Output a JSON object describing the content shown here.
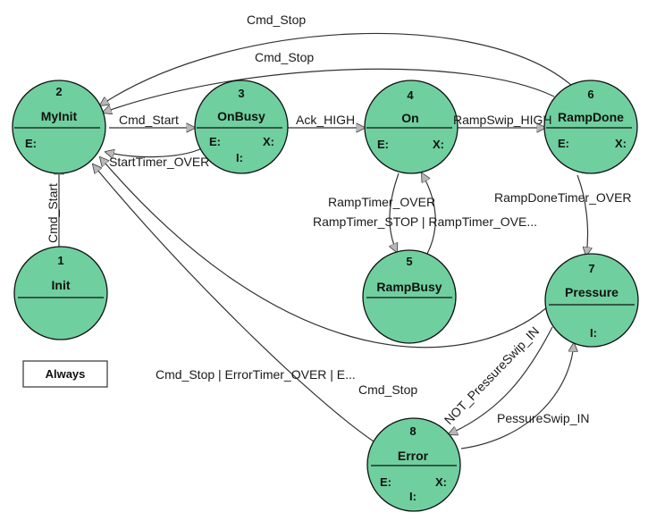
{
  "states": [
    {
      "id": "2",
      "name": "MyInit",
      "entry": "E:",
      "exit": "",
      "internal": ""
    },
    {
      "id": "3",
      "name": "OnBusy",
      "entry": "E:",
      "exit": "X:",
      "internal": "I:"
    },
    {
      "id": "4",
      "name": "On",
      "entry": "E:",
      "exit": "X:",
      "internal": ""
    },
    {
      "id": "6",
      "name": "RampDone",
      "entry": "E:",
      "exit": "X:",
      "internal": ""
    },
    {
      "id": "1",
      "name": "Init",
      "entry": "",
      "exit": "",
      "internal": ""
    },
    {
      "id": "5",
      "name": "RampBusy",
      "entry": "",
      "exit": "",
      "internal": ""
    },
    {
      "id": "7",
      "name": "Pressure",
      "entry": "",
      "exit": "",
      "internal": "I:"
    },
    {
      "id": "8",
      "name": "Error",
      "entry": "E:",
      "exit": "X:",
      "internal": "I:"
    }
  ],
  "always_label": "Always",
  "transitions": {
    "cmd_stop_top": "Cmd_Stop",
    "cmd_stop_mid": "Cmd_Stop",
    "cmd_start_h": "Cmd_Start",
    "start_timer_over": "StartTimer_OVER",
    "ack_high": "Ack_HIGH",
    "ramp_swip_high": "RampSwip_HIGH",
    "cmd_start_v": "Cmd_Start",
    "ramp_timer_over": "RampTimer_OVER",
    "ramp_timer_stop": "RampTimer_STOP | RampTimer_OVE...",
    "ramp_done_timer_over": "RampDoneTimer_OVER",
    "error_to_myinit": "Cmd_Stop | ErrorTimer_OVER | E...",
    "cmd_stop_low": "Cmd_Stop",
    "not_pressure": "NOT_PressureSwip_IN",
    "pressure_swip_in": "PessureSwip_IN"
  }
}
